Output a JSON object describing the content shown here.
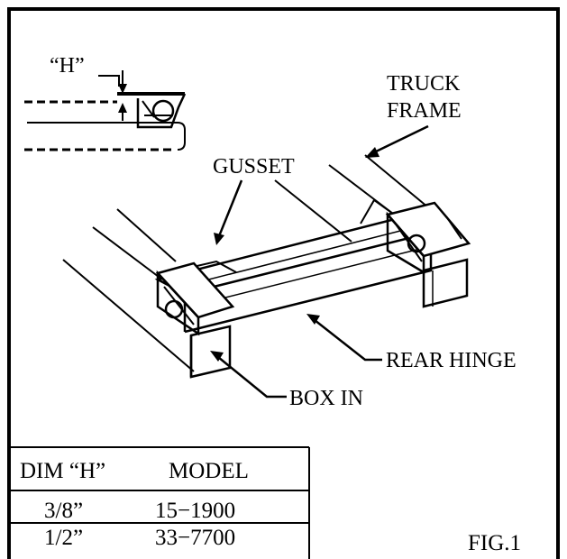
{
  "figure": {
    "label": "FIG.1",
    "callouts": {
      "dim_h": "“H”",
      "truck_frame_line1": "TRUCK",
      "truck_frame_line2": "FRAME",
      "gusset": "GUSSET",
      "rear_hinge": "REAR HINGE",
      "box_in": "BOX IN"
    }
  },
  "table": {
    "headers": [
      "DIM “H”",
      "MODEL"
    ],
    "rows": [
      [
        "3/8”",
        "15−1900"
      ],
      [
        "1/2”",
        "33−7700"
      ]
    ]
  }
}
